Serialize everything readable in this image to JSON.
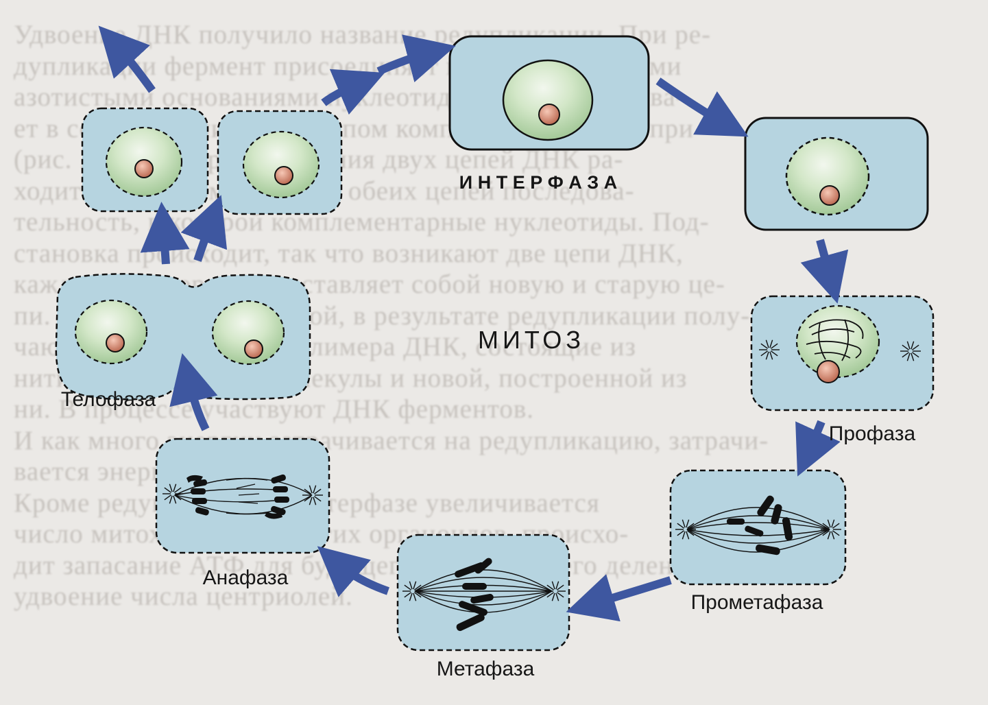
{
  "title_interphase": "И Н Т Е Р Ф А З А",
  "title_mitosis": "МИТОЗ",
  "phases": {
    "telophase": "Телофаза",
    "anaphase": "Анафаза",
    "metaphase": "Метафаза",
    "prometaphase": "Прометафаза",
    "prophase": "Профаза"
  },
  "background_text": [
    "Удвоение ДНК получило название редупликации. При ре-",
    "дупликации фермент присоединяет комплементарными",
    "азотистыми основаниями нуклеотиды к цепям и сшива-",
    "ет в соответствии с принципом комплементарности, при",
    "(рис. ...) и по мере разделения двух цепей ДНК ра-",
    "ходится к каждому участку обеих цепей последова-",
    "тельность, в которой комплементарные нуклеотиды. Под-",
    "становка происходит, так что возникают две цепи ДНК,",
    "каждая из которых представляет собой новую и старую це-",
    "пи. Материальной основой, в результате редупликации полу-",
    "чают два однотипных полимера ДНК, состоящие из",
    "нити «материнской» молекулы и новой, построенной из",
    "ни. В процессе участвуют ДНК ферментов.",
    "И как много энергии затрачивается на редупликацию, затрачи-",
    "вается энергия АТФ.",
    "Кроме редупликации в интерфазе увеличивается",
    "число митохондрий и других органоидов, происхо-",
    "дит запасание АТФ для будущего последующего деления и",
    "удвоение числа центриолей."
  ],
  "colors": {
    "cell_fill": "#b6d4e0",
    "nucleus_fill": "#cde4c3",
    "nucleolus_fill": "#d48a72",
    "arrow": "#3e57a0",
    "chromosome": "#121212"
  }
}
